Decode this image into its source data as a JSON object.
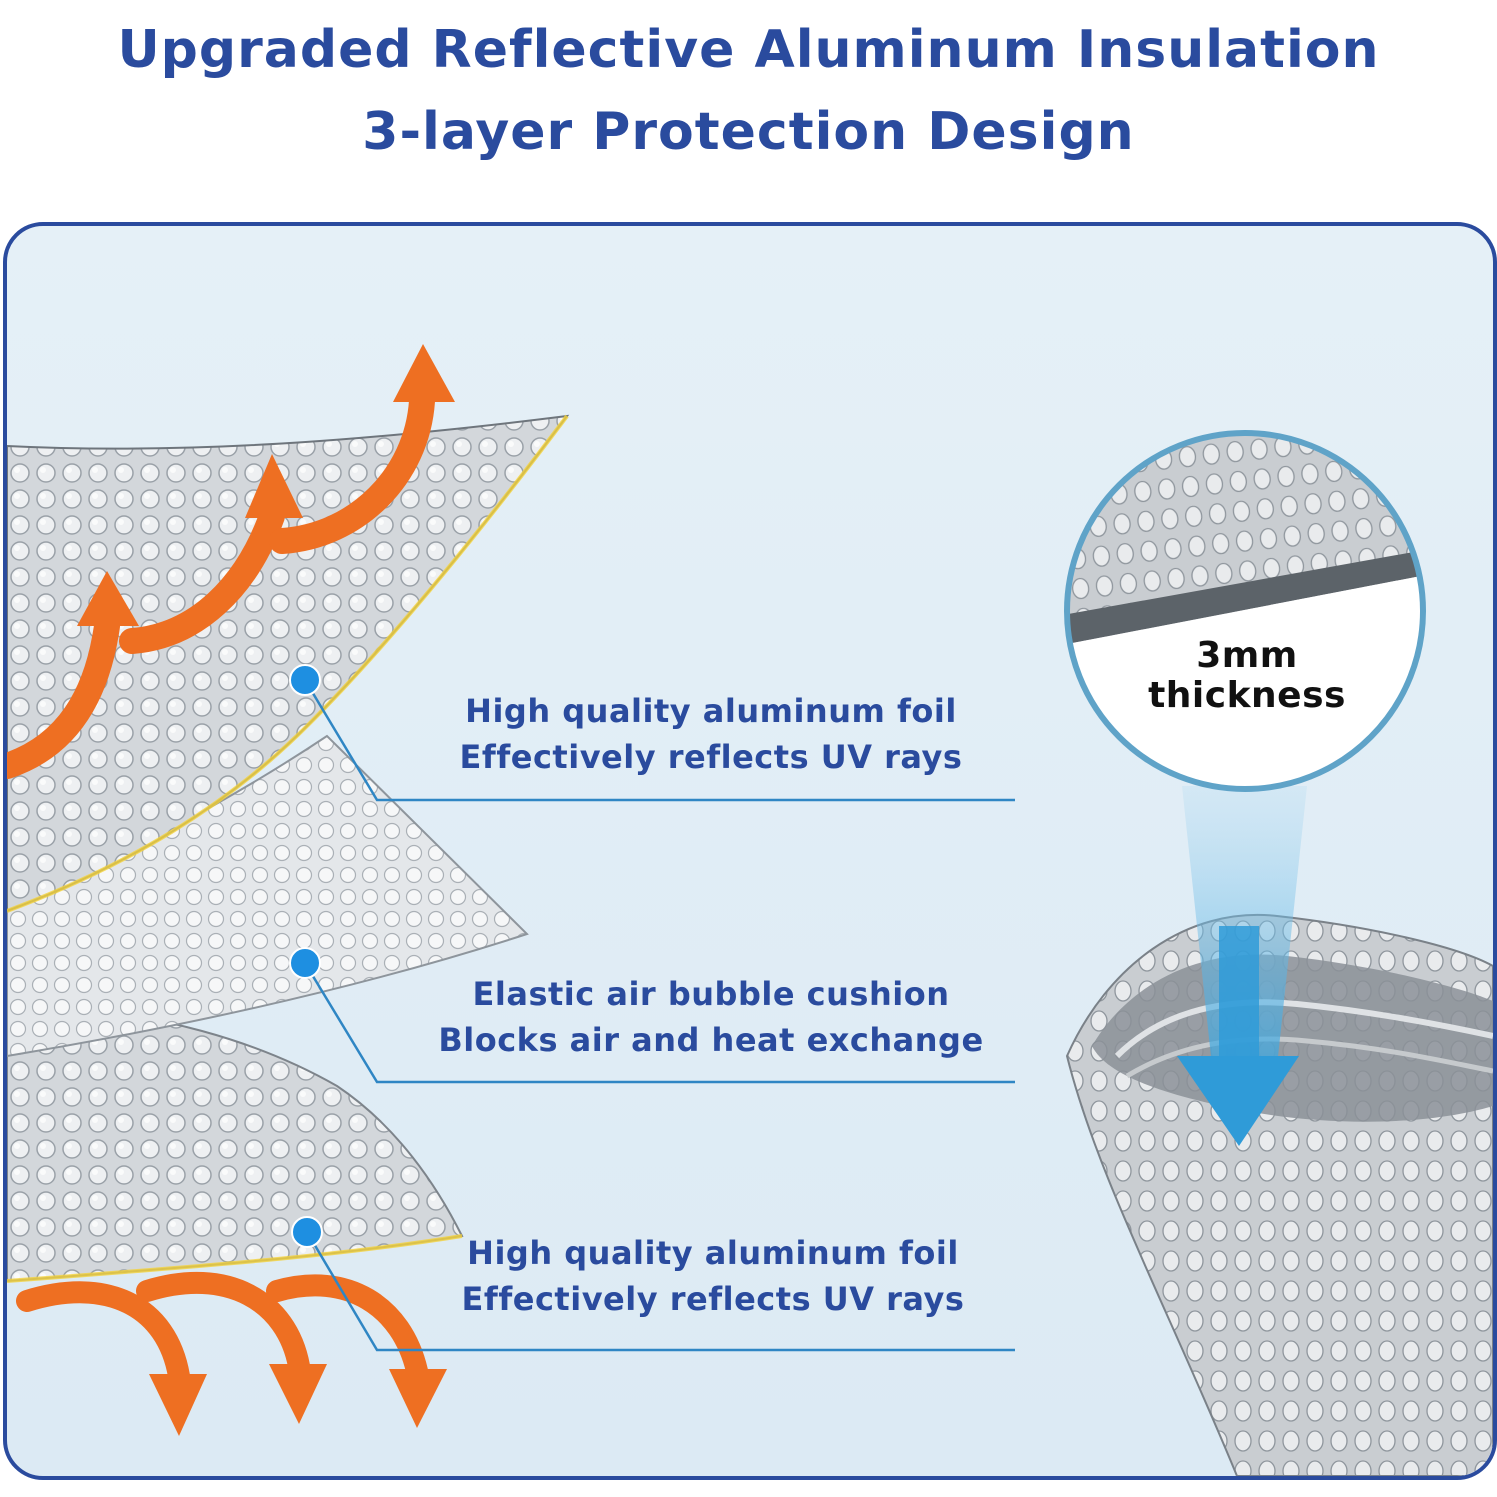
{
  "headline": {
    "line1": "Upgraded Reflective Aluminum Insulation",
    "line2": "3-layer Protection Design"
  },
  "layers": [
    {
      "line1": "High quality aluminum foil",
      "line2": "Effectively reflects UV rays"
    },
    {
      "line1": "Elastic air bubble cushion",
      "line2": "Blocks air and heat exchange"
    },
    {
      "line1": "High quality aluminum foil",
      "line2": "Effectively reflects UV rays"
    }
  ],
  "zoom": {
    "line1": "3mm",
    "line2": "thickness"
  },
  "icons": {
    "heat_rising": "arrow-up-curved-icon",
    "heat_reflected": "arrow-down-curved-icon",
    "zoom_pointer": "arrow-down-icon",
    "leader_marker": "dot-icon"
  },
  "colors": {
    "headline": "#2a4b9e",
    "callout_text": "#2a4b9e",
    "panel_border": "#2a4b9e",
    "panel_bg": "#e0edf6",
    "leader_line": "#2f86c4",
    "leader_dot": "#1e8fe1",
    "heat_arrow": "#ee6f22",
    "zoom_ring": "#5fa3c8",
    "label_black": "#111111"
  }
}
